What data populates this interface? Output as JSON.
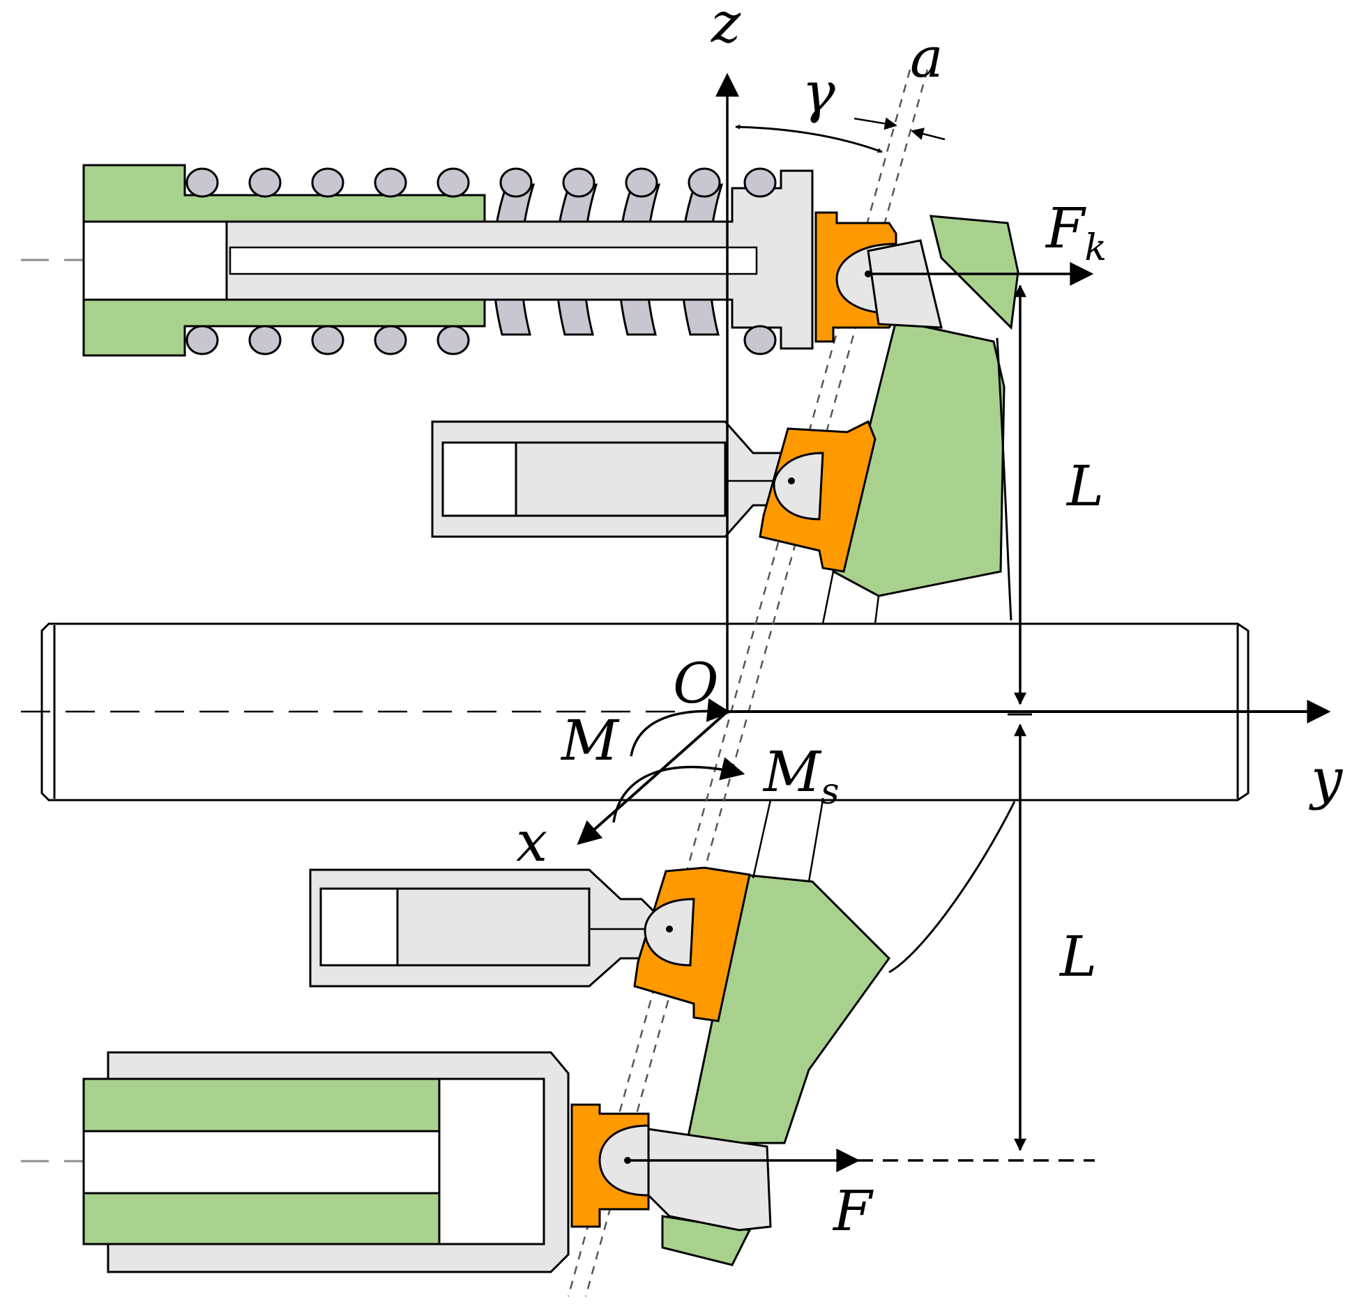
{
  "labels": {
    "z": "z",
    "y": "y",
    "x": "x",
    "origin": "O",
    "gamma": "γ",
    "a": "a",
    "fk_main": "F",
    "fk_sub": "k",
    "f": "F",
    "l_top": "L",
    "l_bottom": "L",
    "m": "M",
    "ms_main": "M",
    "ms_sub": "s"
  },
  "colors": {
    "green": "#a9d18e",
    "orange": "#ff9900",
    "gray": "#e6e6e6",
    "spring": "#c9c6d0",
    "line": "#000000",
    "dash": "#8c8c8c"
  }
}
